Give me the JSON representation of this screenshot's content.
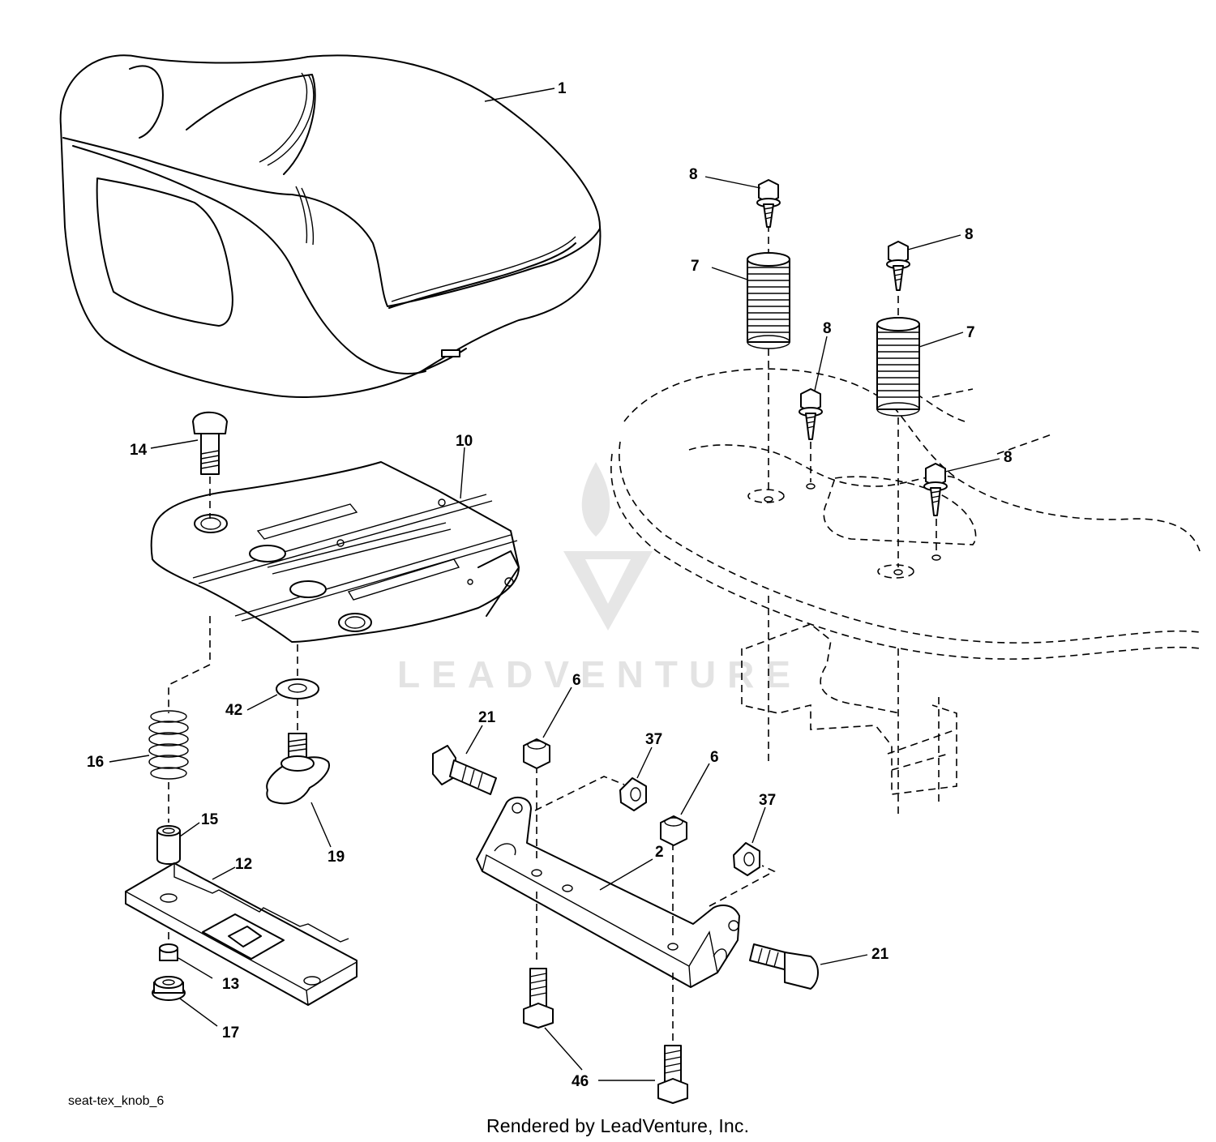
{
  "diagram": {
    "callouts": {
      "c1": "1",
      "c2": "2",
      "c6a": "6",
      "c6b": "6",
      "c7a": "7",
      "c7b": "7",
      "c8a": "8",
      "c8b": "8",
      "c8c": "8",
      "c8d": "8",
      "c10": "10",
      "c12": "12",
      "c13": "13",
      "c14": "14",
      "c15": "15",
      "c16": "16",
      "c17": "17",
      "c19": "19",
      "c21a": "21",
      "c21b": "21",
      "c37a": "37",
      "c37b": "37",
      "c42": "42",
      "c46": "46"
    },
    "diagram_id": "seat-tex_knob_6",
    "credit": "Rendered by LeadVenture, Inc.",
    "watermark": "LEADVENTURE"
  }
}
